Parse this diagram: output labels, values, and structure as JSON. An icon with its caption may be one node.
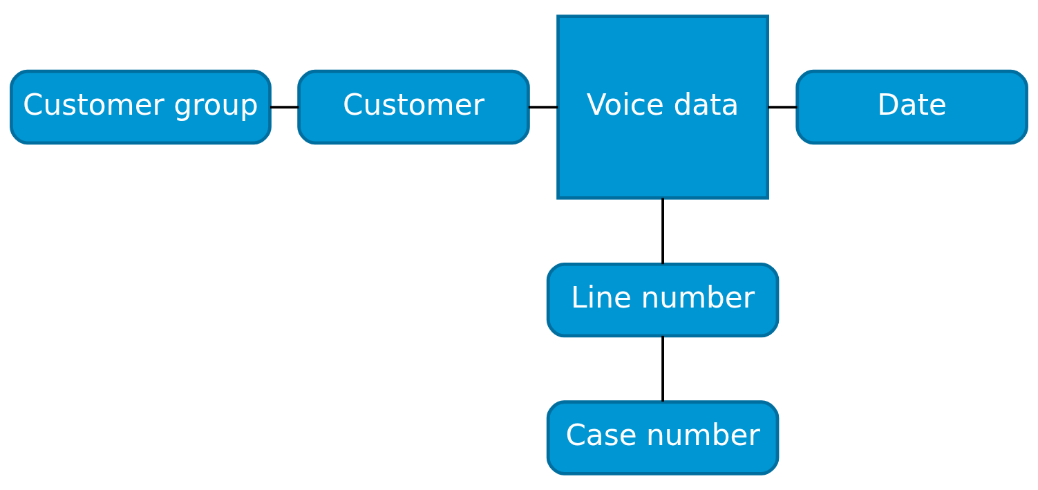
{
  "diagram": {
    "nodes": [
      {
        "text": [
          "Customer group"
        ]
      },
      {
        "text": [
          "Customer"
        ]
      },
      {
        "text": [
          "Voice data"
        ]
      },
      {
        "text": [
          "Date"
        ]
      },
      {
        "text": [
          "Line number"
        ]
      },
      {
        "text": [
          "Case number"
        ]
      }
    ],
    "edges": [
      {
        "from": 0,
        "to": 1,
        "arrow": "none"
      },
      {
        "from": 1,
        "to": 2,
        "arrow": "none"
      },
      {
        "from": 2,
        "to": 3,
        "arrow": "none"
      },
      {
        "from": 2,
        "to": 4,
        "arrow": "none"
      },
      {
        "from": 4,
        "to": 5,
        "arrow": "none"
      }
    ]
  }
}
